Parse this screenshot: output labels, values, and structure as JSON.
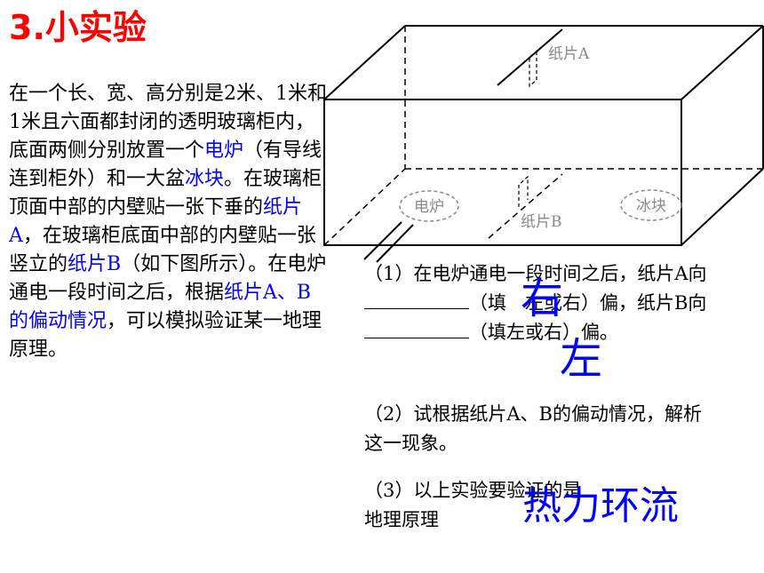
{
  "title": "3.小实验",
  "intro": {
    "t1": "在一个长、宽、高分别是2米、1米和1米且六面都封闭的透明玻璃柜内，底面两侧分别放置一个",
    "stove": "电炉",
    "t2": "（有导线连到柜外）和一大盆",
    "ice": "冰块",
    "t3": "。在玻璃柜顶面中部的内壁贴一张下垂的",
    "paperA": "纸片A",
    "t4": "，在玻璃柜底面中部的内壁贴一张竖立的",
    "paperB": "纸片B",
    "t5": "（如下图所示）。在电炉通电一段时间之后，根据",
    "paperAB": "纸片A、B的偏动情况",
    "t6": "，可以模拟验证某一地理原理。"
  },
  "diagram": {
    "label_paper_a": "纸片A",
    "label_paper_b": "纸片B",
    "label_stove": "电炉",
    "label_ice": "冰块"
  },
  "questions": {
    "q1_a": "（1）在电炉通电一段时间之后，纸片A向",
    "q1_b": "（填　左或右）偏，纸片B向",
    "q1_c": "（填左或右）偏。",
    "q2": "（2）试根据纸片A、B的偏动情况，解析这一现象。",
    "q3_a": "（3）以上实验要验证的是",
    "q3_b": "地理原理"
  },
  "answers": {
    "a1": "右",
    "a2": "左",
    "a3": "热力环流"
  }
}
